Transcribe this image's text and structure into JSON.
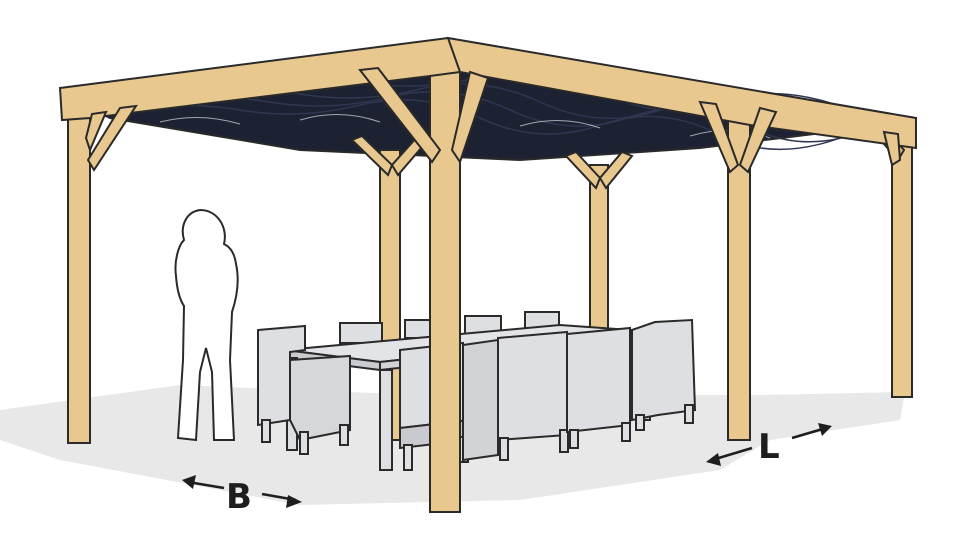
{
  "dimensions": {
    "width_label": "B",
    "length_label": "L"
  },
  "colors": {
    "wood": "#e9c88f",
    "wood_outline": "#2a2a2a",
    "canopy": "#1d2233",
    "canopy_stripe": "#2c3348",
    "furniture": "#dedfe2",
    "furniture_dark": "#c9cacf",
    "ground_shadow": "#e6e6e6",
    "person": "#ffffff"
  },
  "scene": {
    "structure": "pergola-with-retractable-canopy",
    "posts": 6,
    "chairs": 10,
    "tables": 1,
    "person": 1
  }
}
